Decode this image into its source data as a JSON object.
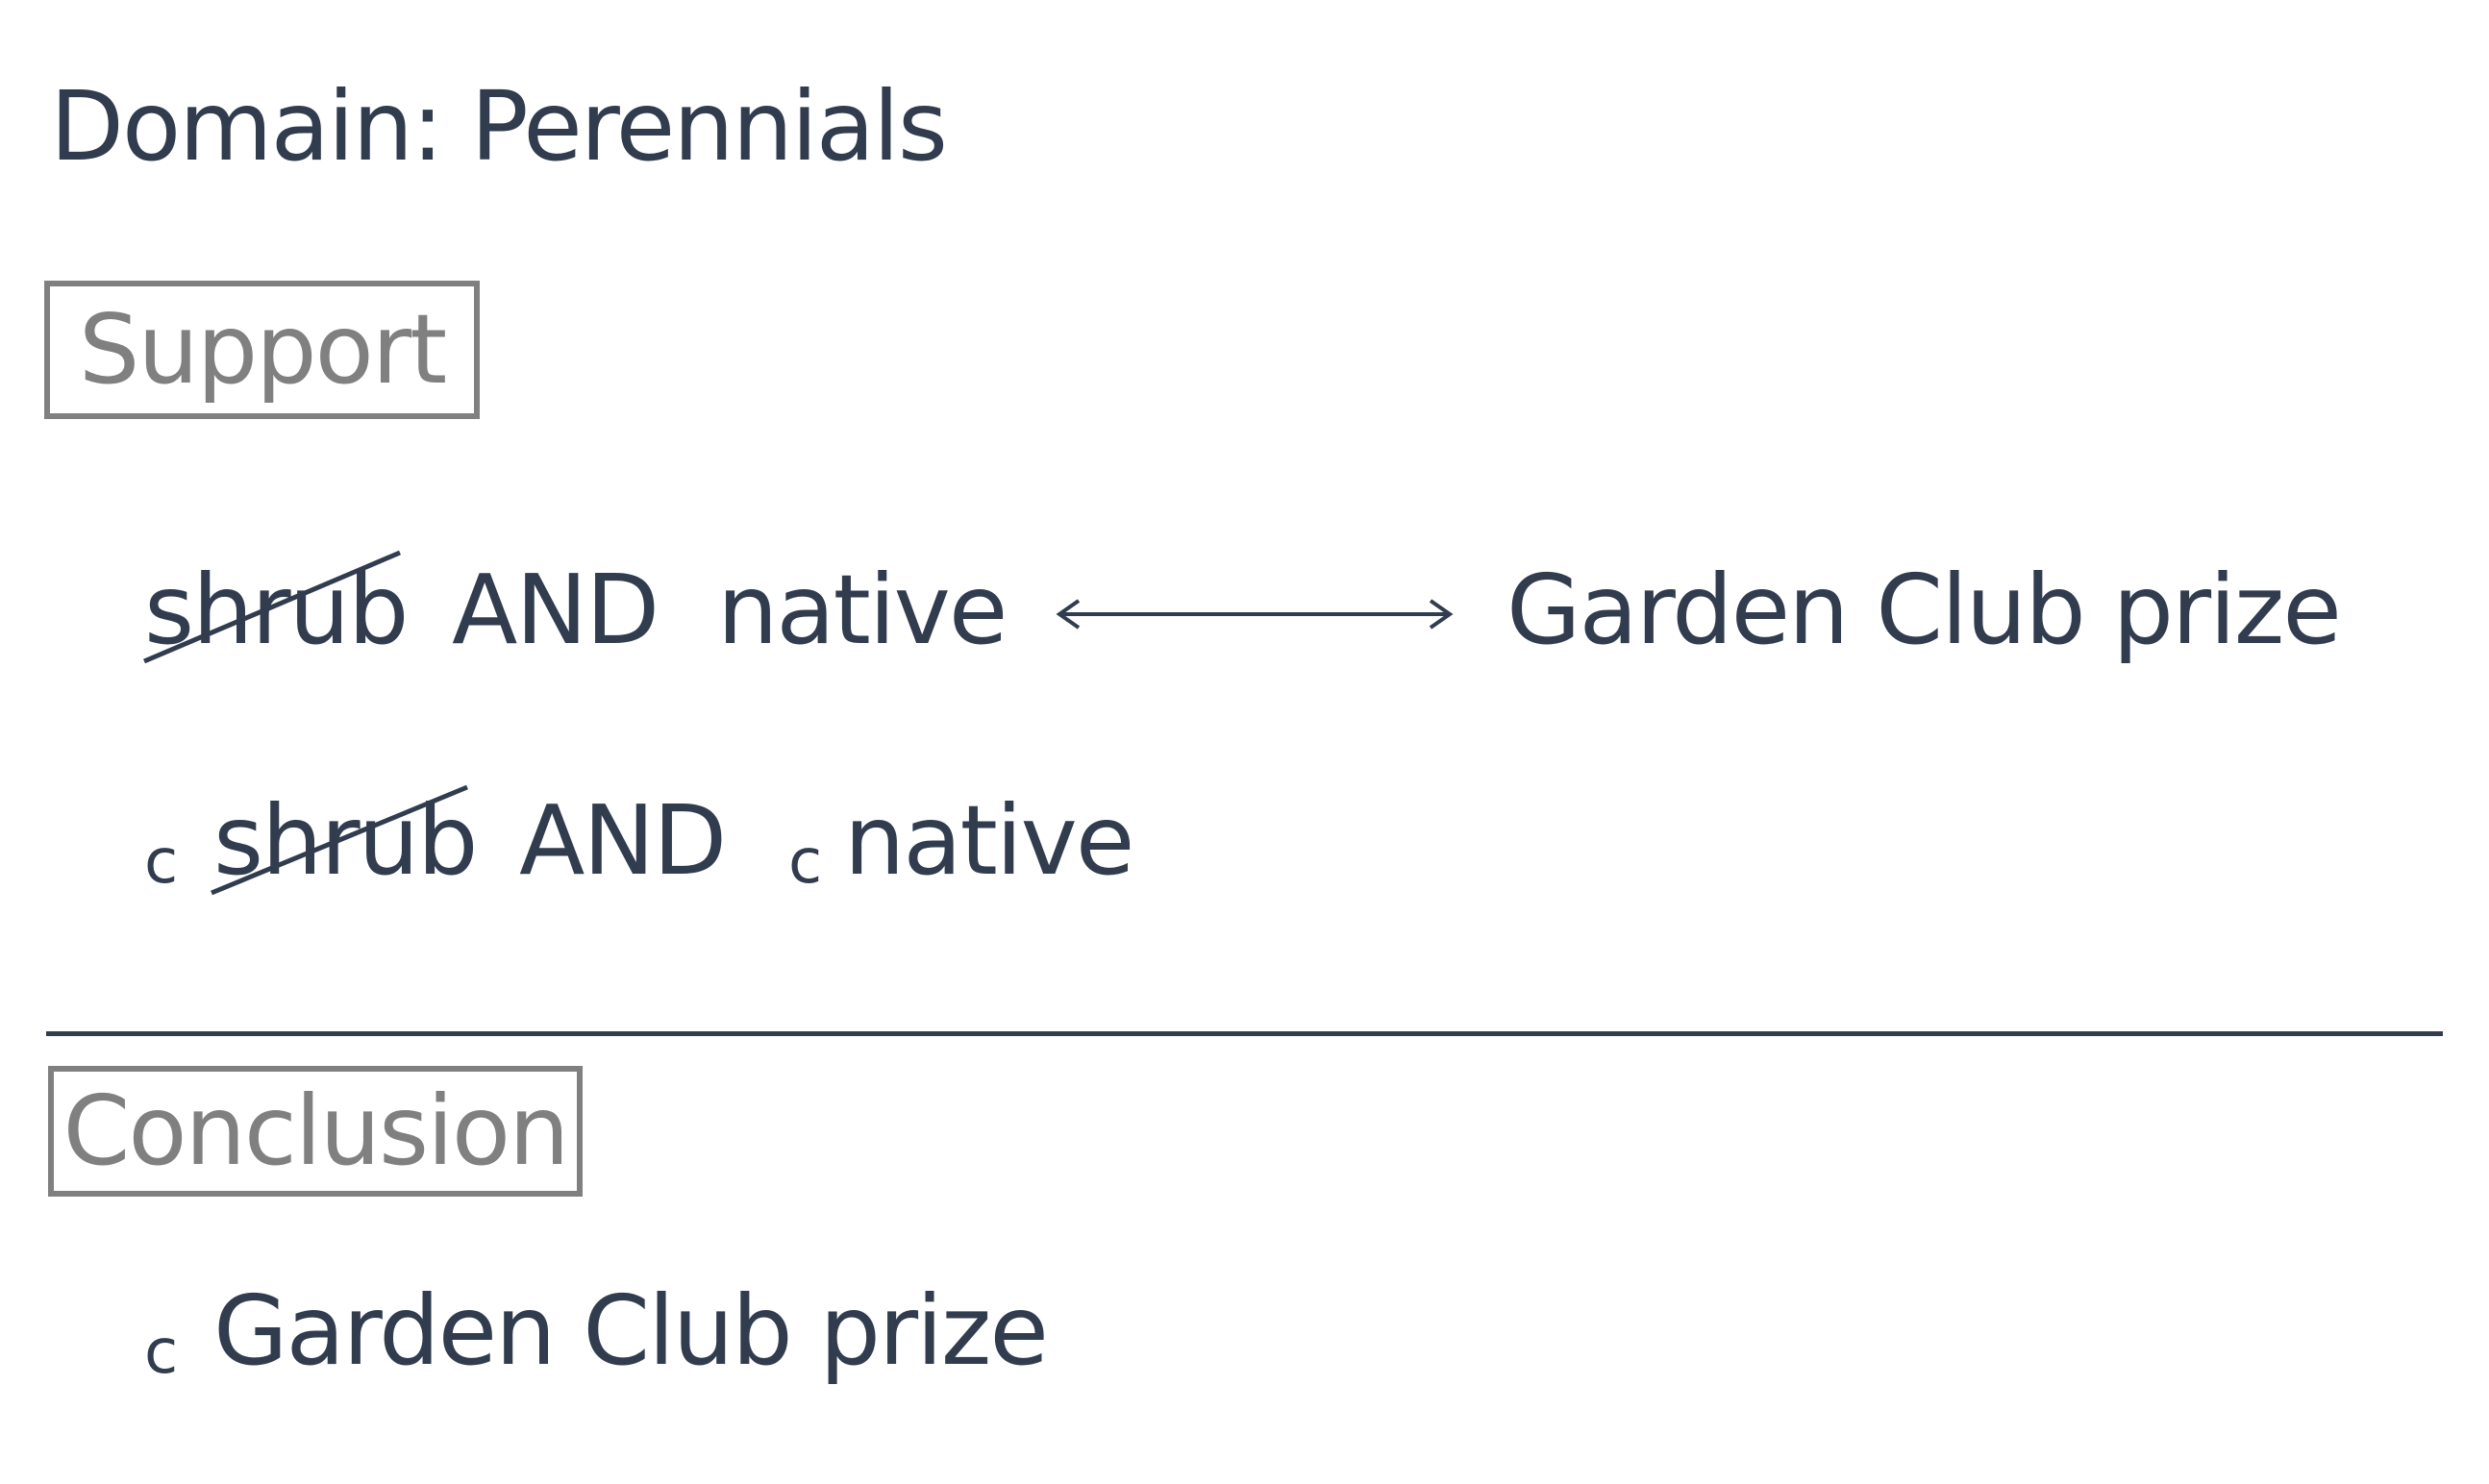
{
  "title": "Domain: Perennials",
  "support": {
    "label": "Support",
    "rule1": {
      "left_term1": "shrub",
      "left_term1_struck": true,
      "connective": "AND",
      "left_term2": "native",
      "relation": "biconditional-arrow",
      "right_term": "Garden Club prize"
    },
    "rule2": {
      "term1_prefix": "c",
      "term1": "shrub",
      "term1_struck": true,
      "connective": "AND",
      "term2_prefix": "c",
      "term2": "native"
    }
  },
  "conclusion": {
    "label": "Conclusion",
    "prefix": "c",
    "term": "Garden Club prize"
  },
  "colors": {
    "text": "#313c4e",
    "box": "#808080",
    "background": "#ffffff"
  }
}
